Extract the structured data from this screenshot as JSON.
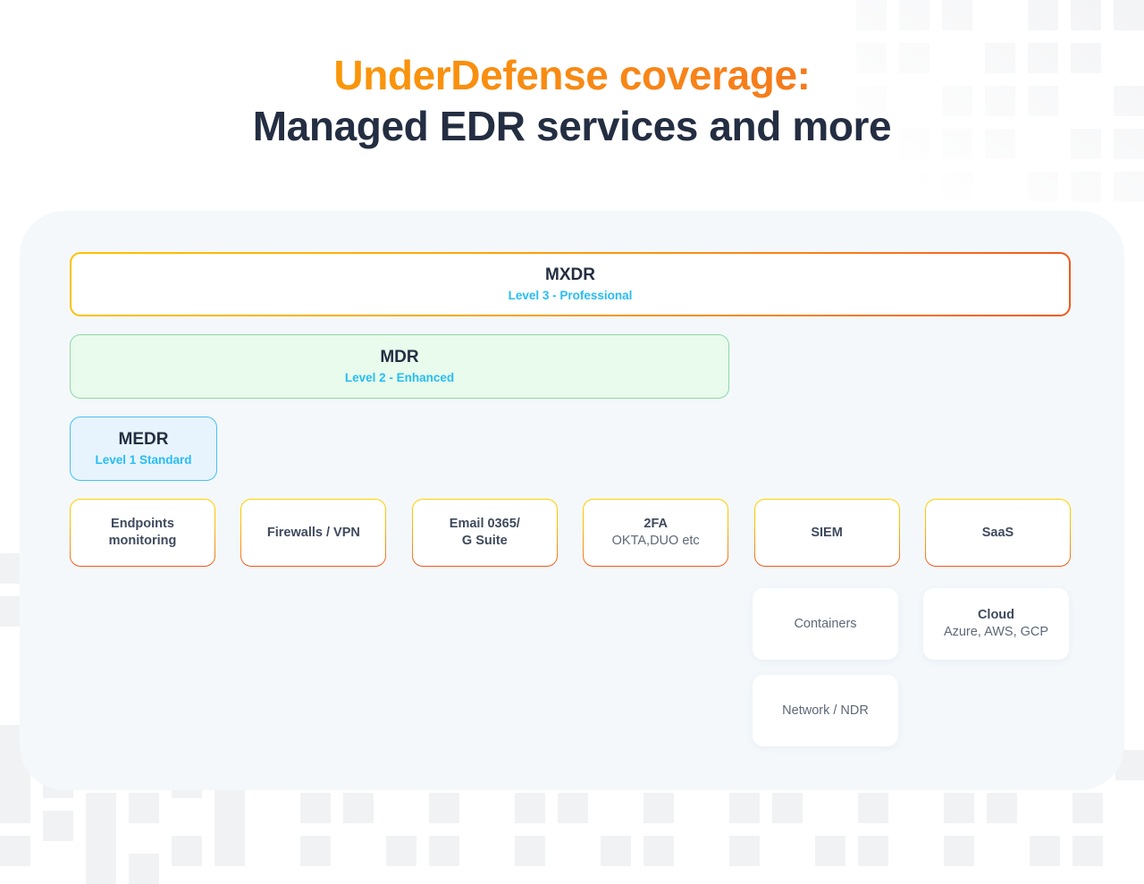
{
  "heading": {
    "line1": "UnderDefense coverage:",
    "line2": "Managed EDR services and more",
    "line1_gradient_from": "#fba108",
    "line1_gradient_to": "#f0591b",
    "line2_color": "#242e42"
  },
  "panel": {
    "background_color": "#f4f8fb"
  },
  "tiers": [
    {
      "name": "mxdr",
      "title": "MXDR",
      "subtitle": "Level 3 - Professional",
      "border_from": "#fcc202",
      "border_to": "#f05a1b",
      "fill": "#ffffff",
      "subtitle_color": "#27bdf4"
    },
    {
      "name": "mdr",
      "title": "MDR",
      "subtitle": "Level 2 - Enhanced",
      "border_from": "#8cd9a4",
      "border_to": "#8cd9a4",
      "fill": "#e8fbec",
      "subtitle_color": "#27bdf4"
    },
    {
      "name": "medr",
      "title": "MEDR",
      "subtitle": "Level 1 Standard",
      "border_from": "#45c2f3",
      "border_to": "#45c2f3",
      "fill": "#e7f4fd",
      "subtitle_color": "#27bdf4"
    }
  ],
  "source_boxes": [
    {
      "name": "endpoints-monitoring",
      "title": "Endpoints\nmonitoring",
      "subtitle": ""
    },
    {
      "name": "firewalls-vpn",
      "title": "Firewalls / VPN",
      "subtitle": ""
    },
    {
      "name": "email-0365-g-suite",
      "title": "Email 0365/\nG Suite",
      "subtitle": ""
    },
    {
      "name": "2fa",
      "title": "2FA",
      "subtitle": "OKTA,DUO etc"
    },
    {
      "name": "siem",
      "title": "SIEM",
      "subtitle": ""
    },
    {
      "name": "saas",
      "title": "SaaS",
      "subtitle": ""
    }
  ],
  "plain_cards": [
    {
      "name": "containers",
      "title": "Containers",
      "subtitle": "",
      "bold_title": false
    },
    {
      "name": "cloud",
      "title": "Cloud",
      "subtitle": "Azure, AWS, GCP",
      "bold_title": true
    },
    {
      "name": "network-ndr",
      "title": "Network / NDR",
      "subtitle": "",
      "bold_title": false
    }
  ],
  "decoration": {
    "square_color": "#f1f2f4"
  }
}
